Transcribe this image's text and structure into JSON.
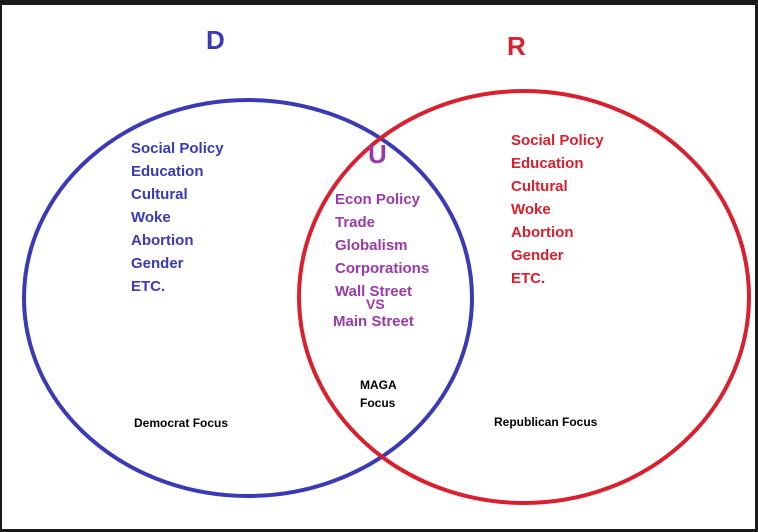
{
  "colors": {
    "democrat": "#3a3ab4",
    "republican": "#d8202e",
    "overlap": "#9a3aa8",
    "caption": "#000000"
  },
  "left_circle": {
    "letter": "D",
    "items": [
      "Social Policy",
      "Education",
      "Cultural",
      "Woke",
      "Abortion",
      "Gender",
      "ETC."
    ],
    "caption": "Democrat Focus"
  },
  "right_circle": {
    "letter": "R",
    "items": [
      "Social Policy",
      "Education",
      "Cultural",
      "Woke",
      "Abortion",
      "Gender",
      "ETC."
    ],
    "caption": "Republican Focus"
  },
  "overlap": {
    "letter": "U",
    "items": [
      "Econ Policy",
      "Trade",
      "Globalism",
      "Corporations",
      "Wall Street"
    ],
    "vs": "VS",
    "last_item": "Main Street",
    "caption_line1": "MAGA",
    "caption_line2": "Focus"
  }
}
